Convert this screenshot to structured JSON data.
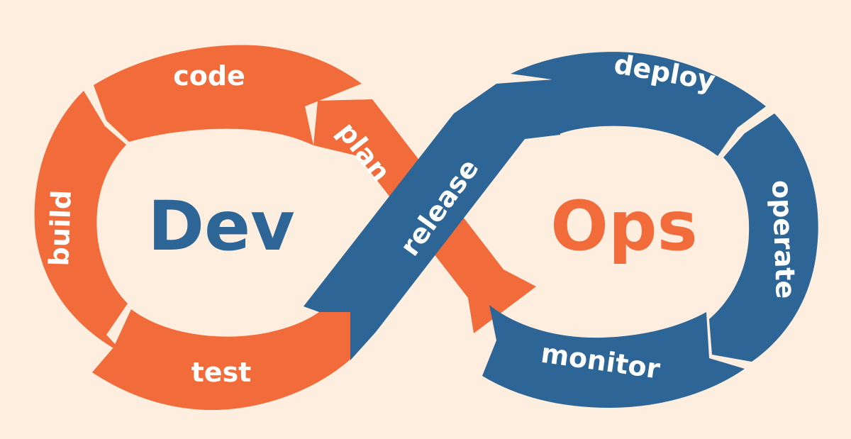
{
  "labels": {
    "dev": "Dev",
    "ops": "Ops",
    "plan": "plan",
    "code": "code",
    "build": "build",
    "test": "test",
    "release": "release",
    "deploy": "deploy",
    "operate": "operate",
    "monitor": "monitor"
  },
  "colors": {
    "background": "#fdeee0",
    "dev_orange": "#f26b3a",
    "ops_blue": "#2c6596",
    "label_white": "#ffffff"
  }
}
